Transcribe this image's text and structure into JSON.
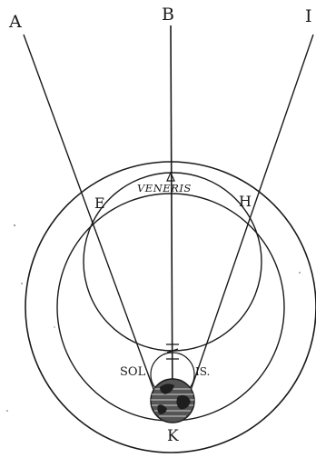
{
  "diagram": {
    "labels": {
      "A": "A",
      "B": "B",
      "I": "I",
      "E": "E",
      "H": "H",
      "K": "K",
      "veneris": "VENERIS",
      "sol": "SOL",
      "is": "IS."
    }
  }
}
